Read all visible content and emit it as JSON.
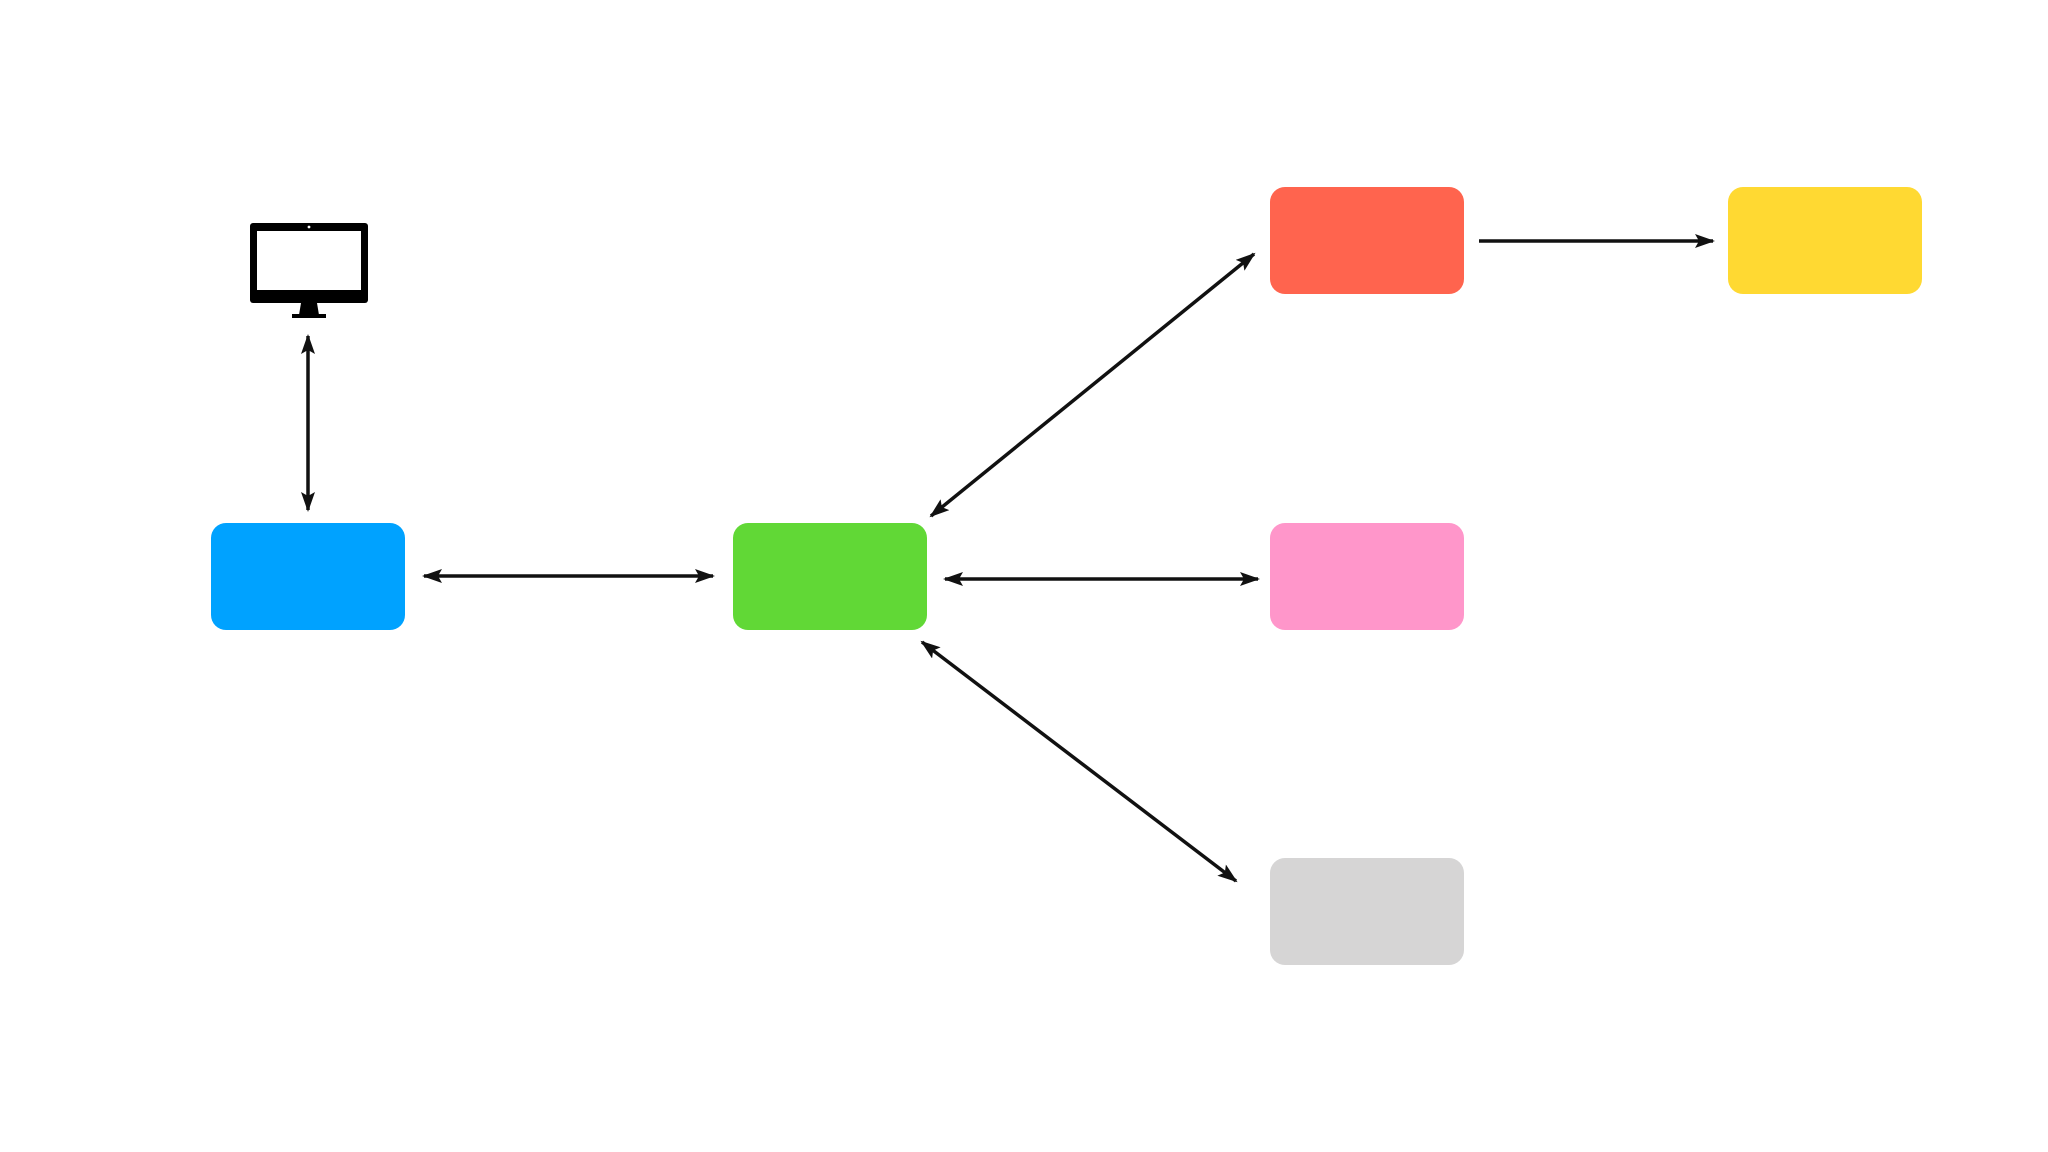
{
  "diagram": {
    "nodes": [
      {
        "id": "node-blue",
        "color": "#00A2FF"
      },
      {
        "id": "node-green",
        "color": "#61D836"
      },
      {
        "id": "node-red",
        "color": "#FF644E"
      },
      {
        "id": "node-yellow",
        "color": "#FFD932"
      },
      {
        "id": "node-pink",
        "color": "#FF96CA"
      },
      {
        "id": "node-gray",
        "color": "#D6D5D5"
      }
    ],
    "edges": [
      {
        "from": "monitor",
        "to": "node-blue",
        "direction": "both"
      },
      {
        "from": "node-blue",
        "to": "node-green",
        "direction": "both"
      },
      {
        "from": "node-green",
        "to": "node-red",
        "direction": "both"
      },
      {
        "from": "node-green",
        "to": "node-pink",
        "direction": "both"
      },
      {
        "from": "node-green",
        "to": "node-gray",
        "direction": "both"
      },
      {
        "from": "node-red",
        "to": "node-yellow",
        "direction": "forward"
      }
    ],
    "monitor_icon": "desktop-monitor-icon",
    "line_color": "#111111"
  }
}
